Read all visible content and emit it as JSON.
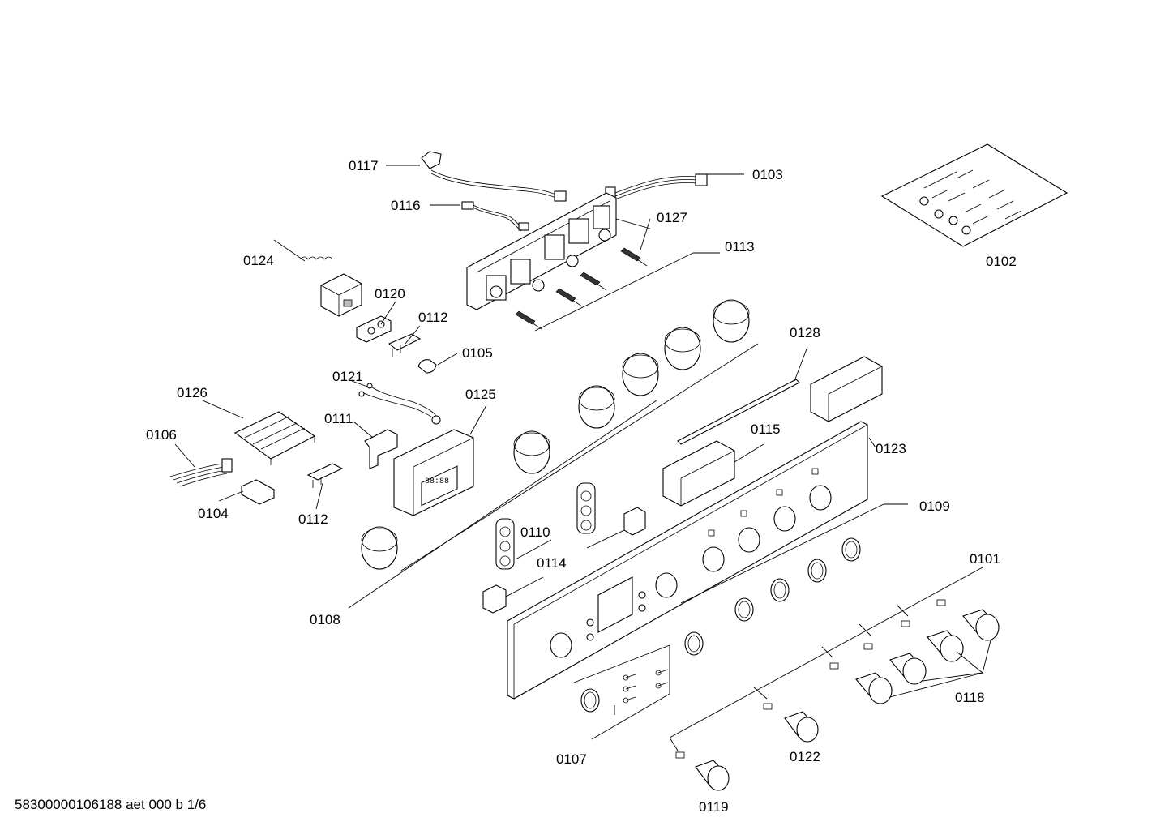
{
  "diagram": {
    "callouts": {
      "p0117": "0117",
      "p0103": "0103",
      "p0116": "0116",
      "p0127": "0127",
      "p0113": "0113",
      "p0124": "0124",
      "p0102": "0102",
      "p0120": "0120",
      "p0112a": "0112",
      "p0105": "0105",
      "p0128": "0128",
      "p0121": "0121",
      "p0126": "0126",
      "p0125": "0125",
      "p0111": "0111",
      "p0115": "0115",
      "p0123": "0123",
      "p0106": "0106",
      "p0104": "0104",
      "p0112b": "0112",
      "p0110": "0110",
      "p0109": "0109",
      "p0114": "0114",
      "p0101": "0101",
      "p0108": "0108",
      "p0118": "0118",
      "p0107": "0107",
      "p0122": "0122",
      "p0119": "0119"
    },
    "footer_code": "58300000106188 aet 000 b 1/6"
  }
}
